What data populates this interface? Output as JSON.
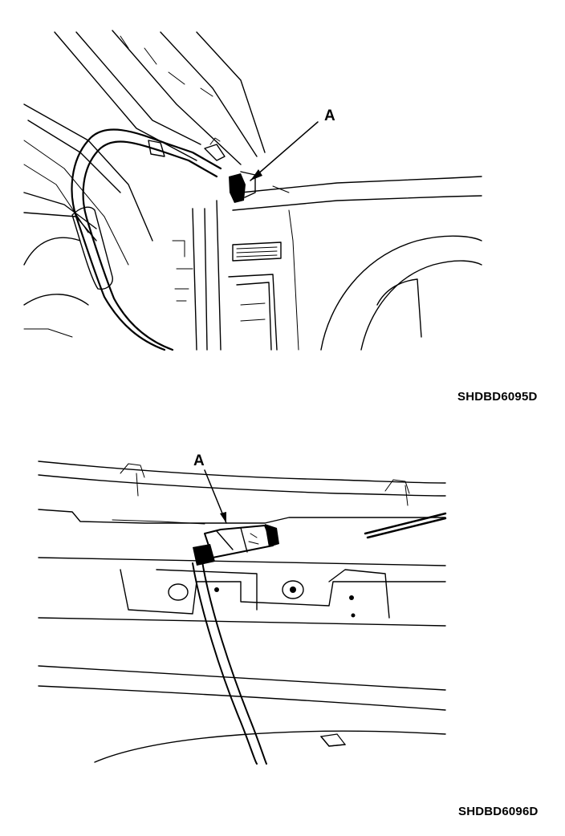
{
  "figures": [
    {
      "callout": "A",
      "code": "SHDBD6095D"
    },
    {
      "callout": "A",
      "code": "SHDBD6096D"
    }
  ]
}
